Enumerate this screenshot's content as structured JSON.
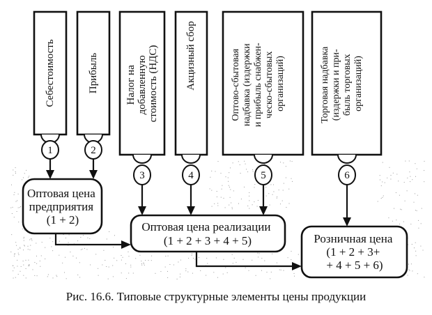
{
  "caption": "Рис. 16.6. Типовые структурные элементы цены продукции",
  "elements": [
    {
      "number": "1",
      "lines": [
        "Себестоимость"
      ]
    },
    {
      "number": "2",
      "lines": [
        "Прибыль"
      ]
    },
    {
      "number": "3",
      "lines": [
        "Налог на",
        "добавленную",
        "стоимость (НДС)"
      ]
    },
    {
      "number": "4",
      "lines": [
        "Акцизный сбор"
      ]
    },
    {
      "number": "5",
      "lines": [
        "Оптово-сбытовая",
        "надбавка (издержки",
        "и прибыль снабжен-",
        "ческо-сбытовых",
        "организаций)"
      ]
    },
    {
      "number": "6",
      "lines": [
        "Торговая надбавка",
        "(издержки и при-",
        "быль торговых",
        "организаций)"
      ]
    }
  ],
  "prices": [
    {
      "id": "enterprise-wholesale-price",
      "lines": [
        "Оптовая цена",
        "предприятия",
        "(1 + 2)"
      ],
      "sources": [
        "1",
        "2"
      ]
    },
    {
      "id": "sales-wholesale-price",
      "lines": [
        "Оптовая цена реализации",
        "(1 + 2 + 3 + 4 + 5)"
      ],
      "sources": [
        "3",
        "4",
        "5",
        "enterprise-wholesale-price"
      ]
    },
    {
      "id": "retail-price",
      "lines": [
        "Розничная цена",
        "(1 + 2 + 3+",
        "+ 4 + 5 + 6)"
      ],
      "sources": [
        "6",
        "sales-wholesale-price"
      ]
    }
  ]
}
